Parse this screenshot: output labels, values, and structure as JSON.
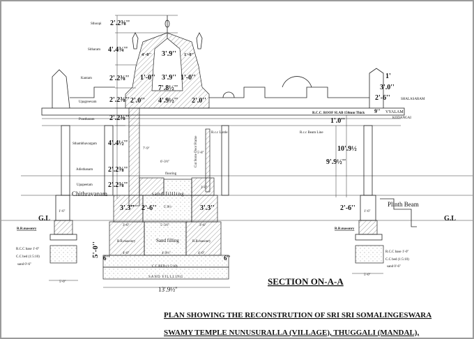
{
  "levels": [
    {
      "name": "Sthoopi",
      "dim": "2'.2⅜''"
    },
    {
      "name": "Sitharam",
      "dim": "4'.4¾''"
    },
    {
      "name": "Kantam",
      "dim": "2'.2⅜''"
    },
    {
      "name": "Upagreevam",
      "dim": "2'.2⅜''"
    },
    {
      "name": "Prastharam",
      "dim": "2'.2⅜''"
    },
    {
      "name": "Sthambhavargam",
      "dim": "4'.4½''"
    },
    {
      "name": "Adisthanam",
      "dim": "2'.2⅜''"
    },
    {
      "name": "Upapeetam",
      "dim": "2'.2⅜''"
    },
    {
      "name": "Chithravanam",
      "dim": ""
    }
  ],
  "tower": {
    "sikhara_row": [
      "4'-0''",
      "3'.9''",
      "1'-0''"
    ],
    "kantam_row": [
      "1'-0''",
      "3'.9''",
      "1'-0''"
    ],
    "width": "7'.8½''",
    "upagreevam_row": [
      "2'.0''",
      "4'.9½''",
      "2'.0''"
    ]
  },
  "roof": {
    "slab": "R.C.C. ROOF SLAB 150mm Thick",
    "slab_dim": "1'.0''",
    "beam_line": "R.c.c Beam Line",
    "lintel": "R.c.c Lintle",
    "height_outer": "10'.9½",
    "height_inner": "9'.9½''",
    "parapet_top": "1'",
    "parapet_h": "3'.0''",
    "shalasaram_h": "2'-6''",
    "shalasaram": "SHALASARAM",
    "vyalam_dim": "9''",
    "vyalam": "VYALAM",
    "kodangai": "KODANGAI",
    "plinth_h": "2'-6''",
    "plinth_beam": "Plinth Beam"
  },
  "sanctum": {
    "door_h": "7'-9''",
    "inner_w": "6'-3½''",
    "flooring": "flooring",
    "door_frame": "Cut Stone Door Frame",
    "door_dim": "5'-8''",
    "sand1": "sand fillling",
    "side": "3'-0''",
    "row1": [
      "3'.3''",
      "2'-6''",
      "5'.9½",
      "3'.3''"
    ],
    "row2": [
      "3'-6''",
      "5'-3½''",
      "3'-6''"
    ],
    "row3": [
      "R.R.masonry",
      "Sand filling",
      "R.R.masonry"
    ],
    "row4": [
      "4'-0''",
      "4'.9½''",
      "4'-0''"
    ],
    "offset": "6''",
    "depth": "5'-0''",
    "cc_bed": "C.C.BED (1:5:10)",
    "sand2": "SAND FILLLING",
    "total_w": "13'.9½''"
  },
  "footing": {
    "gl": "G.L",
    "masonry": "R.R.masonry",
    "rcc": "R.C.C base 1'-0''",
    "ccbed": "C.C bed (1:5:10)",
    "sand": "sand 0'-6''",
    "width": "5'-0''",
    "col": "1'-6''"
  },
  "section_title": "SECTION ON-A-A",
  "title_lines": [
    "PLAN SHOWING THE RECONSTRUTION  OF SRI SRI SOMALINGESWARA",
    "SWAMY TEMPLE NUNUSURALLA (VILLAGE), THUGGALI (MANDAL),"
  ]
}
